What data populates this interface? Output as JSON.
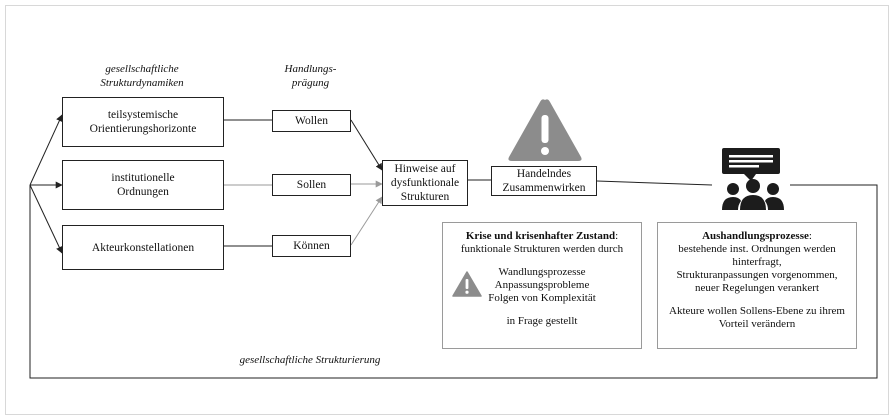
{
  "headers": {
    "dynamics": [
      "gesellschaftliche",
      "Strukturdynamiken"
    ],
    "shaping": [
      "Handlungs-",
      "prägung"
    ]
  },
  "left_boxes": [
    [
      "teilsystemische",
      "Orientierungshorizonte"
    ],
    [
      "institutionelle",
      "Ordnungen"
    ],
    [
      "Akteurkonstellationen"
    ]
  ],
  "mid_boxes": [
    "Wollen",
    "Sollen",
    "Können"
  ],
  "hints_box": [
    "Hinweise auf",
    "dysfunktionale",
    "Strukturen"
  ],
  "action_box": [
    "Handelndes",
    "Zusammenwirken"
  ],
  "crisis": {
    "title": "Krise und krisenhafter Zustand",
    "title_suffix": ":",
    "subtitle": "funktionale Strukturen werden durch",
    "items": [
      "Wandlungsprozesse",
      "Anpassungsprobleme",
      "Folgen von Komplexität"
    ],
    "footer": "in Frage gestellt"
  },
  "negotiation": {
    "title": "Aushandlungsprozesse",
    "title_suffix": ":",
    "lines": [
      "bestehende inst. Ordnungen werden",
      "hinterfragt,",
      "Strukturanpassungen vorgenommen,",
      "neuer Regelungen verankert"
    ],
    "footer": [
      "Akteure wollen Sollens-Ebene zu ihrem",
      "Vorteil verändern"
    ]
  },
  "bottom_label": "gesellschaftliche Strukturierung",
  "icons": {
    "big_warning": "warning-triangle-icon",
    "small_warning": "warning-triangle-icon",
    "group": "group-discussion-icon"
  },
  "colors": {
    "warning_gray": "#8c8c8c",
    "icon_dark": "#1c1c1c",
    "box_border": "#222222",
    "gray_border": "#9a9a9a"
  }
}
